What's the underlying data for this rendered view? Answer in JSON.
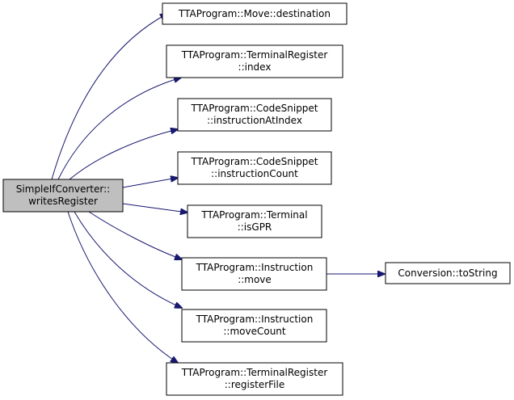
{
  "graph": {
    "root": {
      "line1": "SimpleIfConverter::",
      "line2": "writesRegister",
      "fill": "#bfbfbf"
    },
    "callees": [
      {
        "id": "destination",
        "line1": "TTAProgram::Move::destination",
        "line2": ""
      },
      {
        "id": "index",
        "line1": "TTAProgram::TerminalRegister",
        "line2": "::index"
      },
      {
        "id": "instructionAtIndex",
        "line1": "TTAProgram::CodeSnippet",
        "line2": "::instructionAtIndex"
      },
      {
        "id": "instructionCount",
        "line1": "TTAProgram::CodeSnippet",
        "line2": "::instructionCount"
      },
      {
        "id": "isGPR",
        "line1": "TTAProgram::Terminal",
        "line2": "::isGPR"
      },
      {
        "id": "move",
        "line1": "TTAProgram::Instruction",
        "line2": "::move"
      },
      {
        "id": "moveCount",
        "line1": "TTAProgram::Instruction",
        "line2": "::moveCount"
      },
      {
        "id": "registerFile",
        "line1": "TTAProgram::TerminalRegister",
        "line2": "::registerFile"
      }
    ],
    "secondary": {
      "id": "toString",
      "line1": "Conversion::toString",
      "line2": ""
    },
    "node_fill": "#ffffff",
    "edge_color": "#191970"
  }
}
